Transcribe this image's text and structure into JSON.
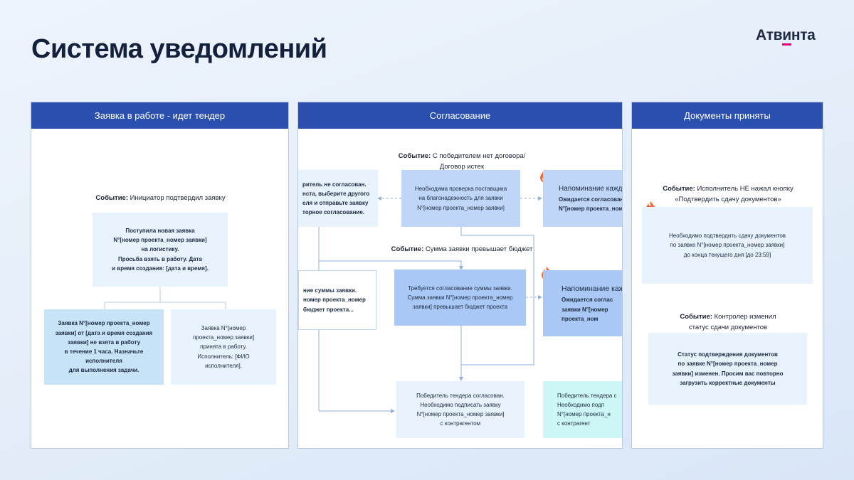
{
  "page": {
    "title": "Система уведомлений",
    "logo_prefix": "Атв",
    "logo_accent": "и",
    "logo_suffix": "нта"
  },
  "colors": {
    "header": "#2a4fae",
    "accent": "#e4007c",
    "arrow": "#8fb0dc"
  },
  "panel1": {
    "header": "Заявка в работе - идет тендер",
    "event_label": "Событие:",
    "event_text": "Инициатор подтвердил заявку",
    "box_main": "Поступила новая заявка\nN°[номер проекта_номер заявки]\nна логистику.\nПросьба взять в работу. Дата\nи время создания: [дата и время].",
    "box_left": "Заявка N°[номер проекта_номер\nзаявки] от [дата и время создания\nзаявки] не взята в работу\nв течение 1 часа. Назначьте\nисполнителя\nдля выполнения задачи.",
    "box_right": "Заявка N°[номер\nпроекта_номер заявки]\nпринята в работу.\nИсполнитель: [ФИО\nисполнителя]."
  },
  "panel2": {
    "header": "Согласование",
    "event1_label": "Событие:",
    "event1_text": "С победителем нет договора/\nДоговор истек",
    "event2_label": "Событие:",
    "event2_text": "Сумма заявки превышает бюджет",
    "box_left_top": "ритель не согласован.\nнста, выберите другого\nеля и отправьте заявку\nторное согласование.",
    "box_center_top": "Необходима проверка поставщика\nна благонадежность для заявки\nN°[номер проекта_номер заявки]",
    "box_right_top_title": "Напоминание кажд",
    "box_right_top_text": "Ожидается согласован\nN°[номер проекта_ном",
    "box_left_mid": "ние суммы заявки.\nномер проекта_номер\nбюджет проекта...",
    "box_center_mid": "Требуется согласование суммы заявки.\nСумма заявки N°[номер проекта_номер\nзаявки] превышает бюджет проекта",
    "box_right_mid_title": "Напоминание каж",
    "box_right_mid_text": "Ожидается соглас\nзаявки N°[номер\nпроекта_ном",
    "box_bottom": "Победитель тендера согласован.\nНеобходимо подписать заявку\nN°[номер проекта_номер заявки]\nс контрагентом",
    "box_bottom_right": "Победитель тендера с\nНеобходимо подп\nN°[номер проекта_н\nс контрагент"
  },
  "panel3": {
    "header": "Документы приняты",
    "event1_label": "Событие:",
    "event1_text": "Исполнитель НЕ нажал кнопку\n«Подтвердить сдачу документов»",
    "box1": "Необходимо подтвердить сдачу документов\nпо заявке N°[номер проекта_номер заявки]\nдо конца текущего дня [до 23:59]",
    "event2_label": "Событие:",
    "event2_text": "Контролер изменил\nстатус сдачи документов",
    "box2": "Статус подтверждения документов\nпо заявке N°[номер проекта_номер\nзаявки] изменен. Просим вас повторно\nзагрузить корректные документы"
  },
  "icons": [
    "fire-icon",
    "fire-icon",
    "fire-icon"
  ]
}
